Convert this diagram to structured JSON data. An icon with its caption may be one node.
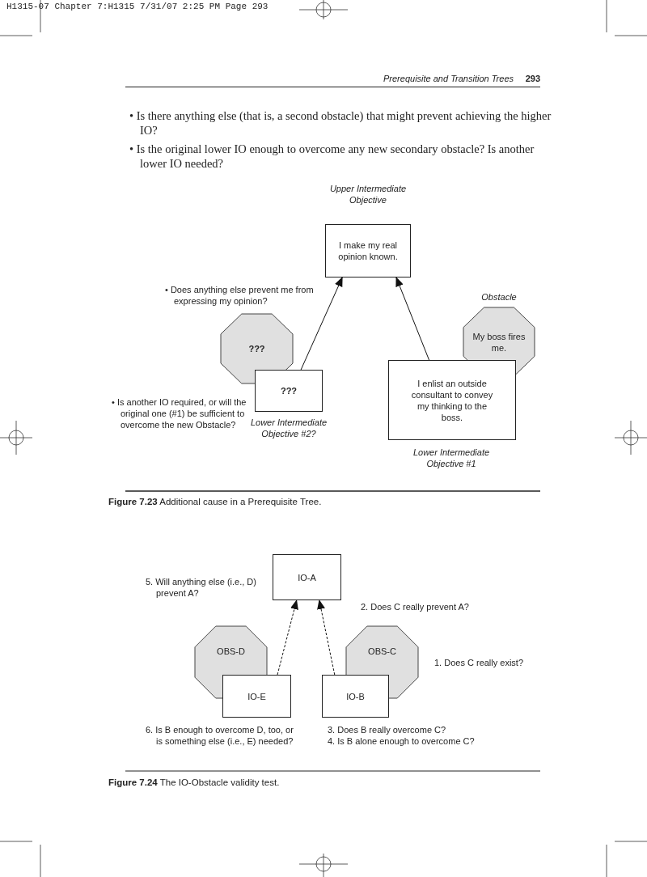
{
  "diagram": {
    "nodes": [
      {
        "text": [
          "I make my real opinion known."
        ],
        "beside": [
          "Upper Intermediate Objective"
        ]
      },
      {
        "text": [
          "???"
        ]
      },
      {
        "text": [
          "???"
        ],
        "beside": [
          "Lower Intermediate Objective #2?"
        ]
      },
      {
        "text": [
          "My boss fires me."
        ],
        "beside": [
          "Obstacle"
        ]
      },
      {
        "text": [
          "I enlist an outside consultant to convey my thinking to the boss."
        ],
        "beside": [
          "Lower Intermediate Objective #1"
        ]
      },
      {
        "text": [
          "IO-A"
        ]
      },
      {
        "text": [
          "OBS-D"
        ]
      },
      {
        "text": [
          "IO-E"
        ]
      },
      {
        "text": [
          "OBS-C"
        ]
      },
      {
        "text": [
          "IO-B"
        ]
      }
    ],
    "edges": [
      {
        "from": 2,
        "to": 0,
        "arrow": "to"
      },
      {
        "from": 4,
        "to": 0,
        "arrow": "to"
      },
      {
        "from": 7,
        "to": 5,
        "arrow": "to",
        "style": "dashed"
      },
      {
        "from": 9,
        "to": 5,
        "arrow": "to",
        "style": "dashed"
      }
    ],
    "labels": [
      "H1315-07 Chapter 7:H1315  7/31/07  2:25 PM  Page 293",
      "Prerequisite and Transition Trees",
      "293",
      "• Is there anything else (that is, a second obstacle) that might prevent achieving the higher IO?",
      "• Is the original lower IO enough to overcome any new secondary obstacle? Is another lower IO needed?",
      "• Does anything else prevent me from expressing my opinion?",
      "• Is another IO required, or will the original one (#1) be sufficient to overcome the new Obstacle?",
      "**Figure 7.23** Additional cause in a Prerequisite Tree.",
      "5. Will anything else (i.e., D) prevent A?",
      "2. Does C really prevent A?",
      "1. Does C really exist?",
      "6. Is B enough to overcome D, too, or is something else (i.e., E) needed?",
      "3. Does B really overcome C?",
      "4. Is B alone enough to overcome C?",
      "**Figure 7.24** The IO-Obstacle validity test."
    ]
  }
}
